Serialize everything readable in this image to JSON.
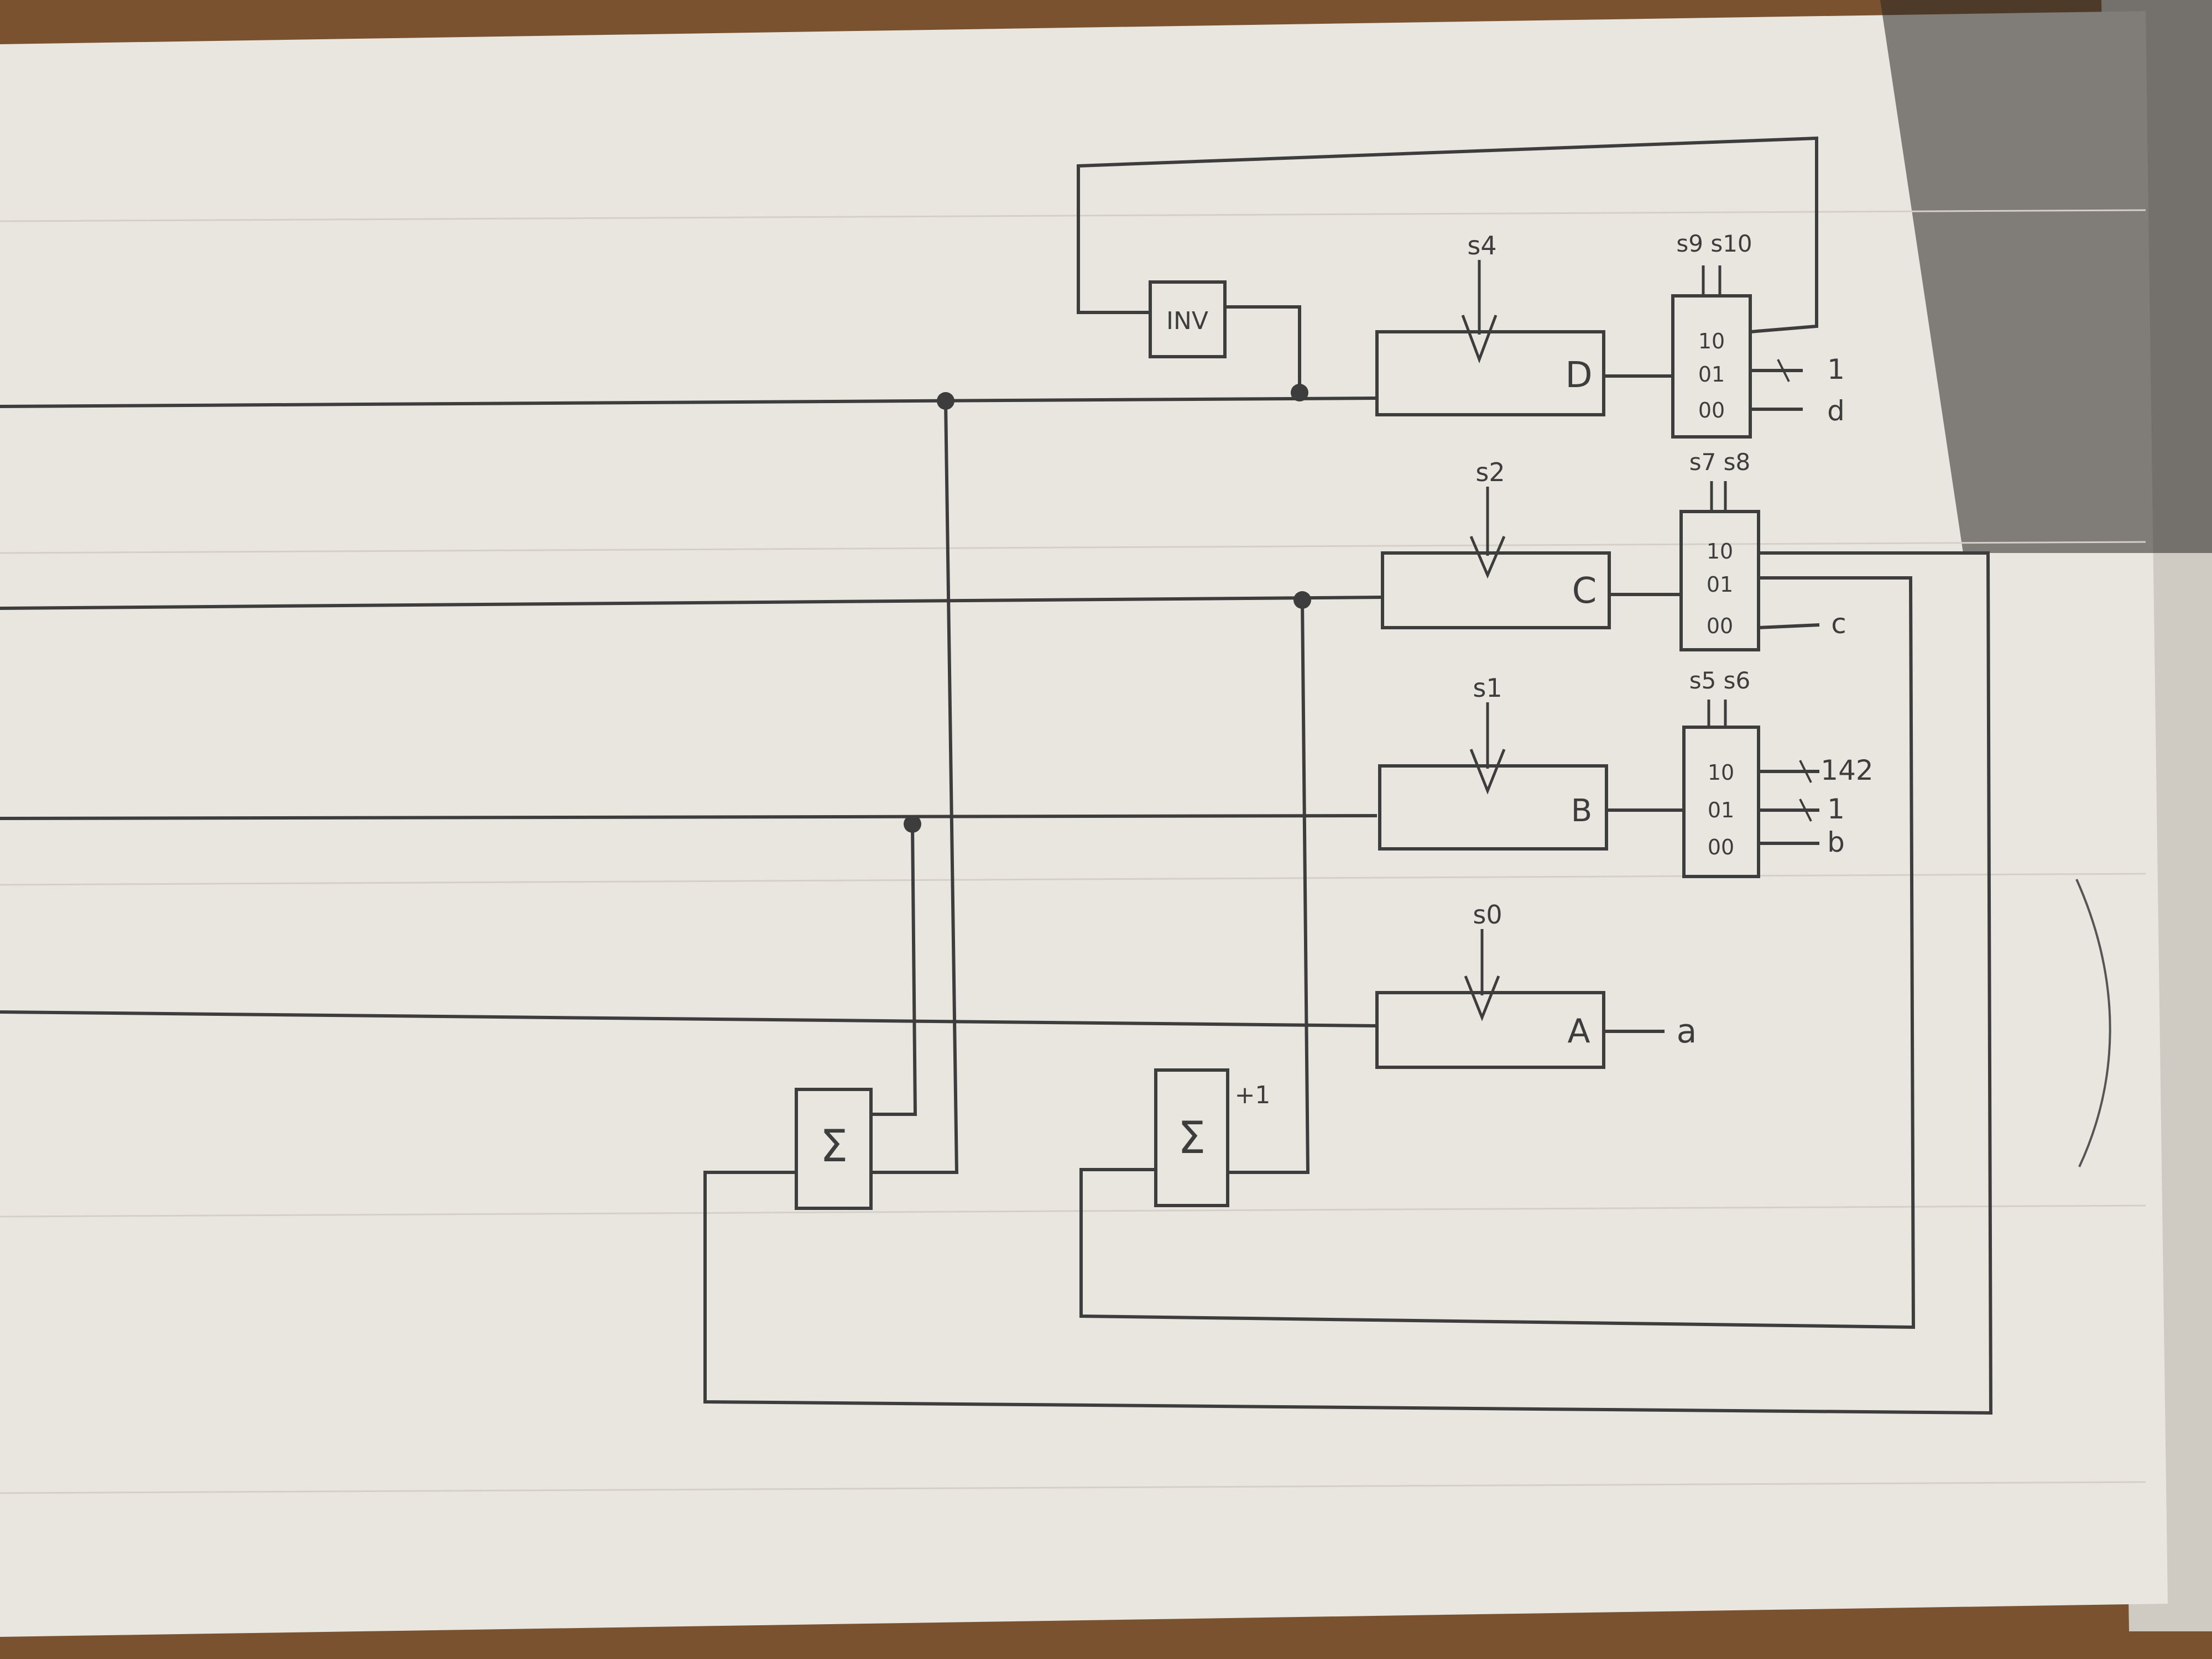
{
  "colors": {
    "table": "#7a5230",
    "paper": "#e9e6e0",
    "paper_shadow": "#cfcbc3",
    "pencil": "#3d3d3d",
    "pencil_light": "#6a6a6a"
  },
  "registers": [
    {
      "id": "A",
      "label": "A",
      "select": "s0",
      "input": "a"
    },
    {
      "id": "B",
      "label": "B",
      "select": "s1"
    },
    {
      "id": "C",
      "label": "C",
      "select": "s2"
    },
    {
      "id": "D",
      "label": "D",
      "select": "s4"
    }
  ],
  "muxes": [
    {
      "id": "mux_b",
      "ports": [
        "00",
        "01",
        "10"
      ],
      "inputs": [
        "b",
        "1",
        "142"
      ],
      "selects": "s5 s6"
    },
    {
      "id": "mux_c",
      "ports": [
        "00",
        "01",
        "10"
      ],
      "inputs": [
        "c"
      ],
      "selects": "s7 s8"
    },
    {
      "id": "mux_d",
      "ports": [
        "00",
        "01",
        "10"
      ],
      "inputs": [
        "d",
        "1"
      ],
      "selects": "s9 s10"
    }
  ],
  "blocks": {
    "inverter": "INV",
    "adder_top": "Σ",
    "adder_bottom": "Σ",
    "adder_bottom_carry": "+1"
  }
}
